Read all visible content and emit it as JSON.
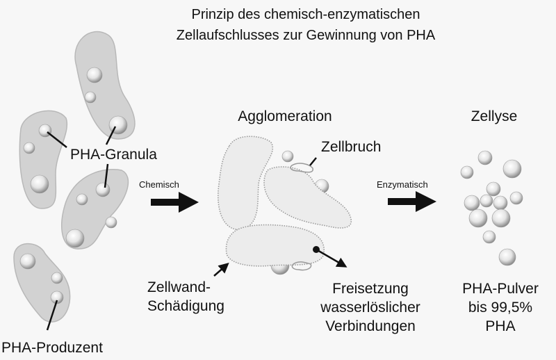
{
  "title": {
    "line1": "Prinzip des chemisch-enzymatischen",
    "line2": "Zellaufschlusses zur Gewinnung von PHA"
  },
  "labels": {
    "granula": "PHA-Granula",
    "produzent": "PHA-Produzent",
    "chemisch": "Chemisch",
    "agglomeration": "Agglomeration",
    "zellbruch": "Zellbruch",
    "enzymatisch": "Enzymatisch",
    "zellyse": "Zellyse",
    "zellwand_1": "Zellwand-",
    "zellwand_2": "Schädigung",
    "freisetzung_1": "Freisetzung",
    "freisetzung_2": "wasserlöslicher",
    "freisetzung_3": "Verbindungen",
    "pulver_1": "PHA-Pulver",
    "pulver_2": "bis 99,5%",
    "pulver_3": "PHA"
  },
  "colors": {
    "cell": "#d2d2d2",
    "arrow": "#111111",
    "background": "#f7f7f7"
  }
}
